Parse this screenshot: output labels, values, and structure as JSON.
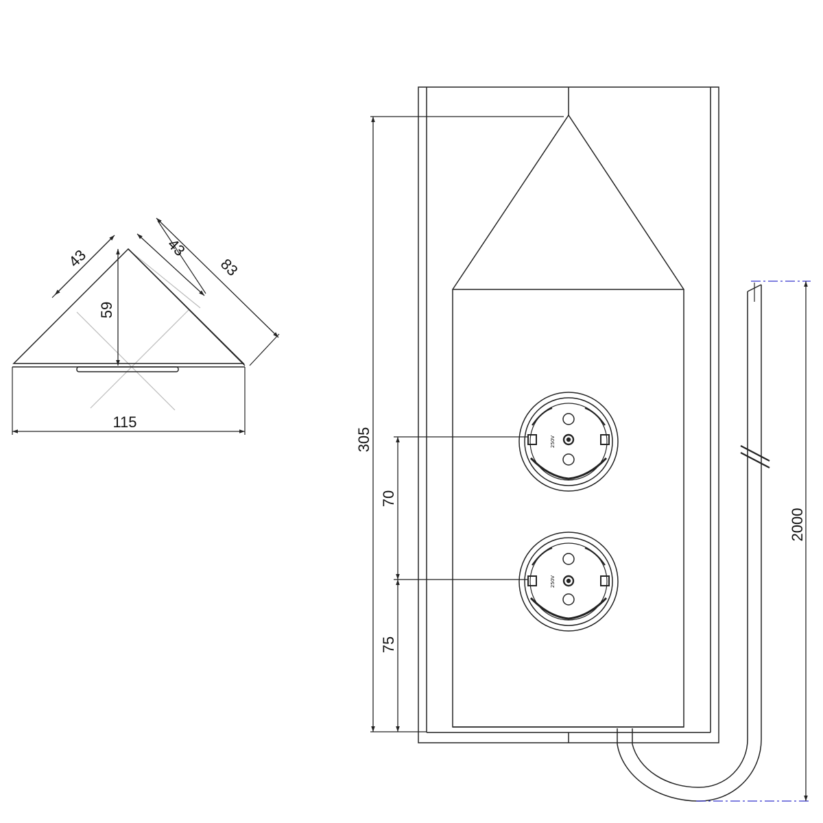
{
  "colors": {
    "line": "#222222",
    "construction": "#bbbbbb",
    "cable_dim": "#3333cc",
    "background": "#ffffff"
  },
  "top_view": {
    "dim_width": "115",
    "dim_height": "59",
    "dim_side": "83",
    "dim_face_left": "43",
    "dim_face_right": "43"
  },
  "front_view": {
    "dim_total_height": "305",
    "dim_socket_spacing": "70",
    "dim_bottom_offset": "75",
    "dim_cable_length": "2000",
    "socket_marking": "250V"
  }
}
